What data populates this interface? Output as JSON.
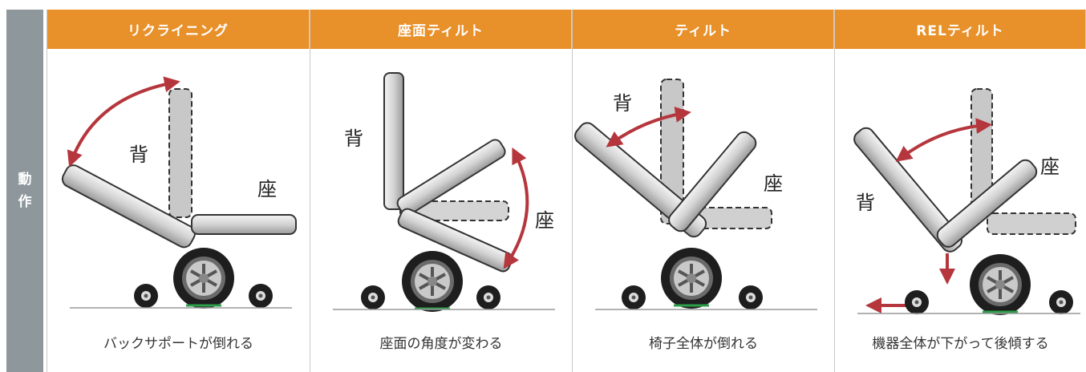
{
  "side_label": {
    "line1": "動",
    "line2": "作"
  },
  "panels": [
    {
      "title": "リクライニング",
      "caption": "バックサポートが倒れる",
      "back_label": "背",
      "seat_label": "座"
    },
    {
      "title": "座面ティルト",
      "caption": "座面の角度が変わる",
      "back_label": "背",
      "seat_label": "座"
    },
    {
      "title": "ティルト",
      "caption": "椅子全体が倒れる",
      "back_label": "背",
      "seat_label": "座"
    },
    {
      "title": "RELティルト",
      "caption": "機器全体が下がって後傾する",
      "back_label": "背",
      "seat_label": "座"
    }
  ],
  "colors": {
    "header": "#e8902a",
    "side_bar": "#8e989c",
    "arrow": "#b5363c",
    "wheel_accent": "#2e9e4a"
  }
}
